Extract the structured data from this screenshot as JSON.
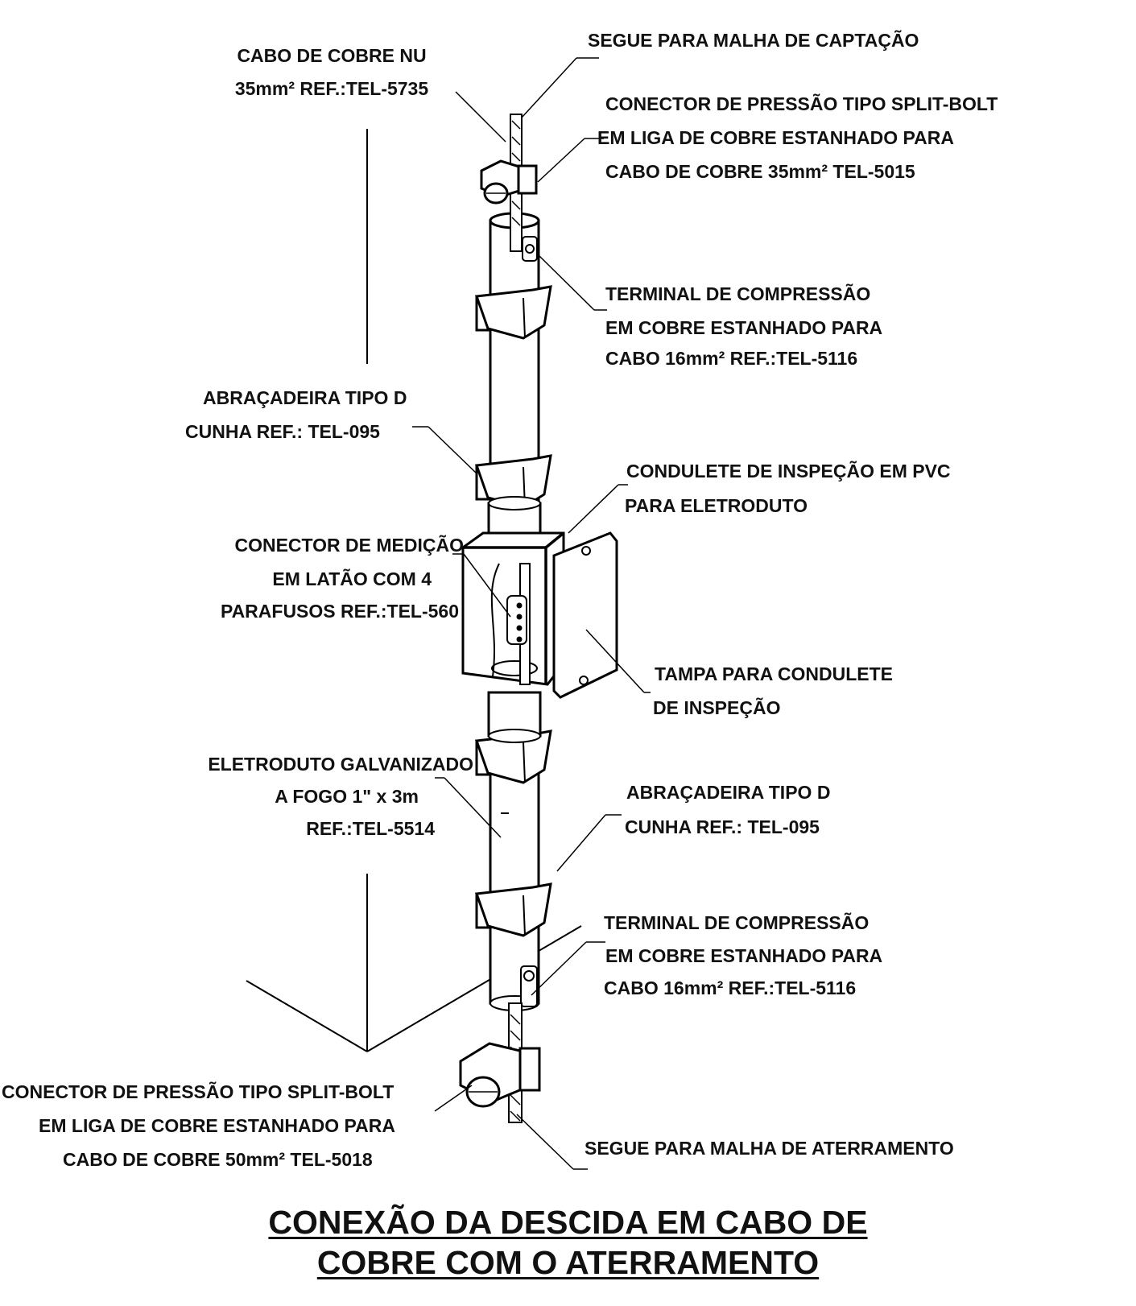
{
  "labels": {
    "segue_captacao": "SEGUE PARA MALHA DE CAPTAÇÃO",
    "cabo_cobre_nu": [
      "CABO DE COBRE NU",
      "35mm² REF.:TEL-5735"
    ],
    "split_bolt_top": [
      "CONECTOR DE PRESSÃO TIPO SPLIT-BOLT",
      "EM LIGA DE COBRE ESTANHADO PARA",
      "CABO DE  COBRE 35mm² TEL-5015"
    ],
    "terminal_top": [
      "TERMINAL DE COMPRESSÃO",
      "EM COBRE ESTANHADO PARA",
      "CABO 16mm² REF.:TEL-5116"
    ],
    "abracadeira_left": [
      "ABRAÇADEIRA TIPO D",
      "CUNHA REF.: TEL-095"
    ],
    "condulete": [
      "CONDULETE DE INSPEÇÃO EM PVC",
      "PARA ELETRODUTO"
    ],
    "conector_medicao": [
      "CONECTOR DE MEDIÇÃO",
      "EM LATÃO COM 4",
      "PARAFUSOS REF.:TEL-560"
    ],
    "tampa": [
      "TAMPA PARA CONDULETE",
      "DE INSPEÇÃO"
    ],
    "eletroduto": [
      "ELETRODUTO GALVANIZADO",
      "A FOGO 1\" x 3m",
      "REF.:TEL-5514"
    ],
    "abracadeira_right": [
      "ABRAÇADEIRA TIPO D",
      "CUNHA REF.: TEL-095"
    ],
    "terminal_bottom": [
      "TERMINAL DE COMPRESSÃO",
      "EM COBRE ESTANHADO PARA",
      "CABO 16mm² REF.:TEL-5116"
    ],
    "split_bolt_bottom": [
      "CONECTOR DE PRESSÃO TIPO SPLIT-BOLT",
      "EM LIGA DE COBRE ESTANHADO PARA",
      "CABO DE  COBRE 50mm² TEL-5018"
    ],
    "segue_aterramento": "SEGUE PARA MALHA DE ATERRAMENTO"
  },
  "title": [
    "CONEXÃO DA DESCIDA EM CABO DE",
    "COBRE COM O ATERRAMENTO"
  ]
}
